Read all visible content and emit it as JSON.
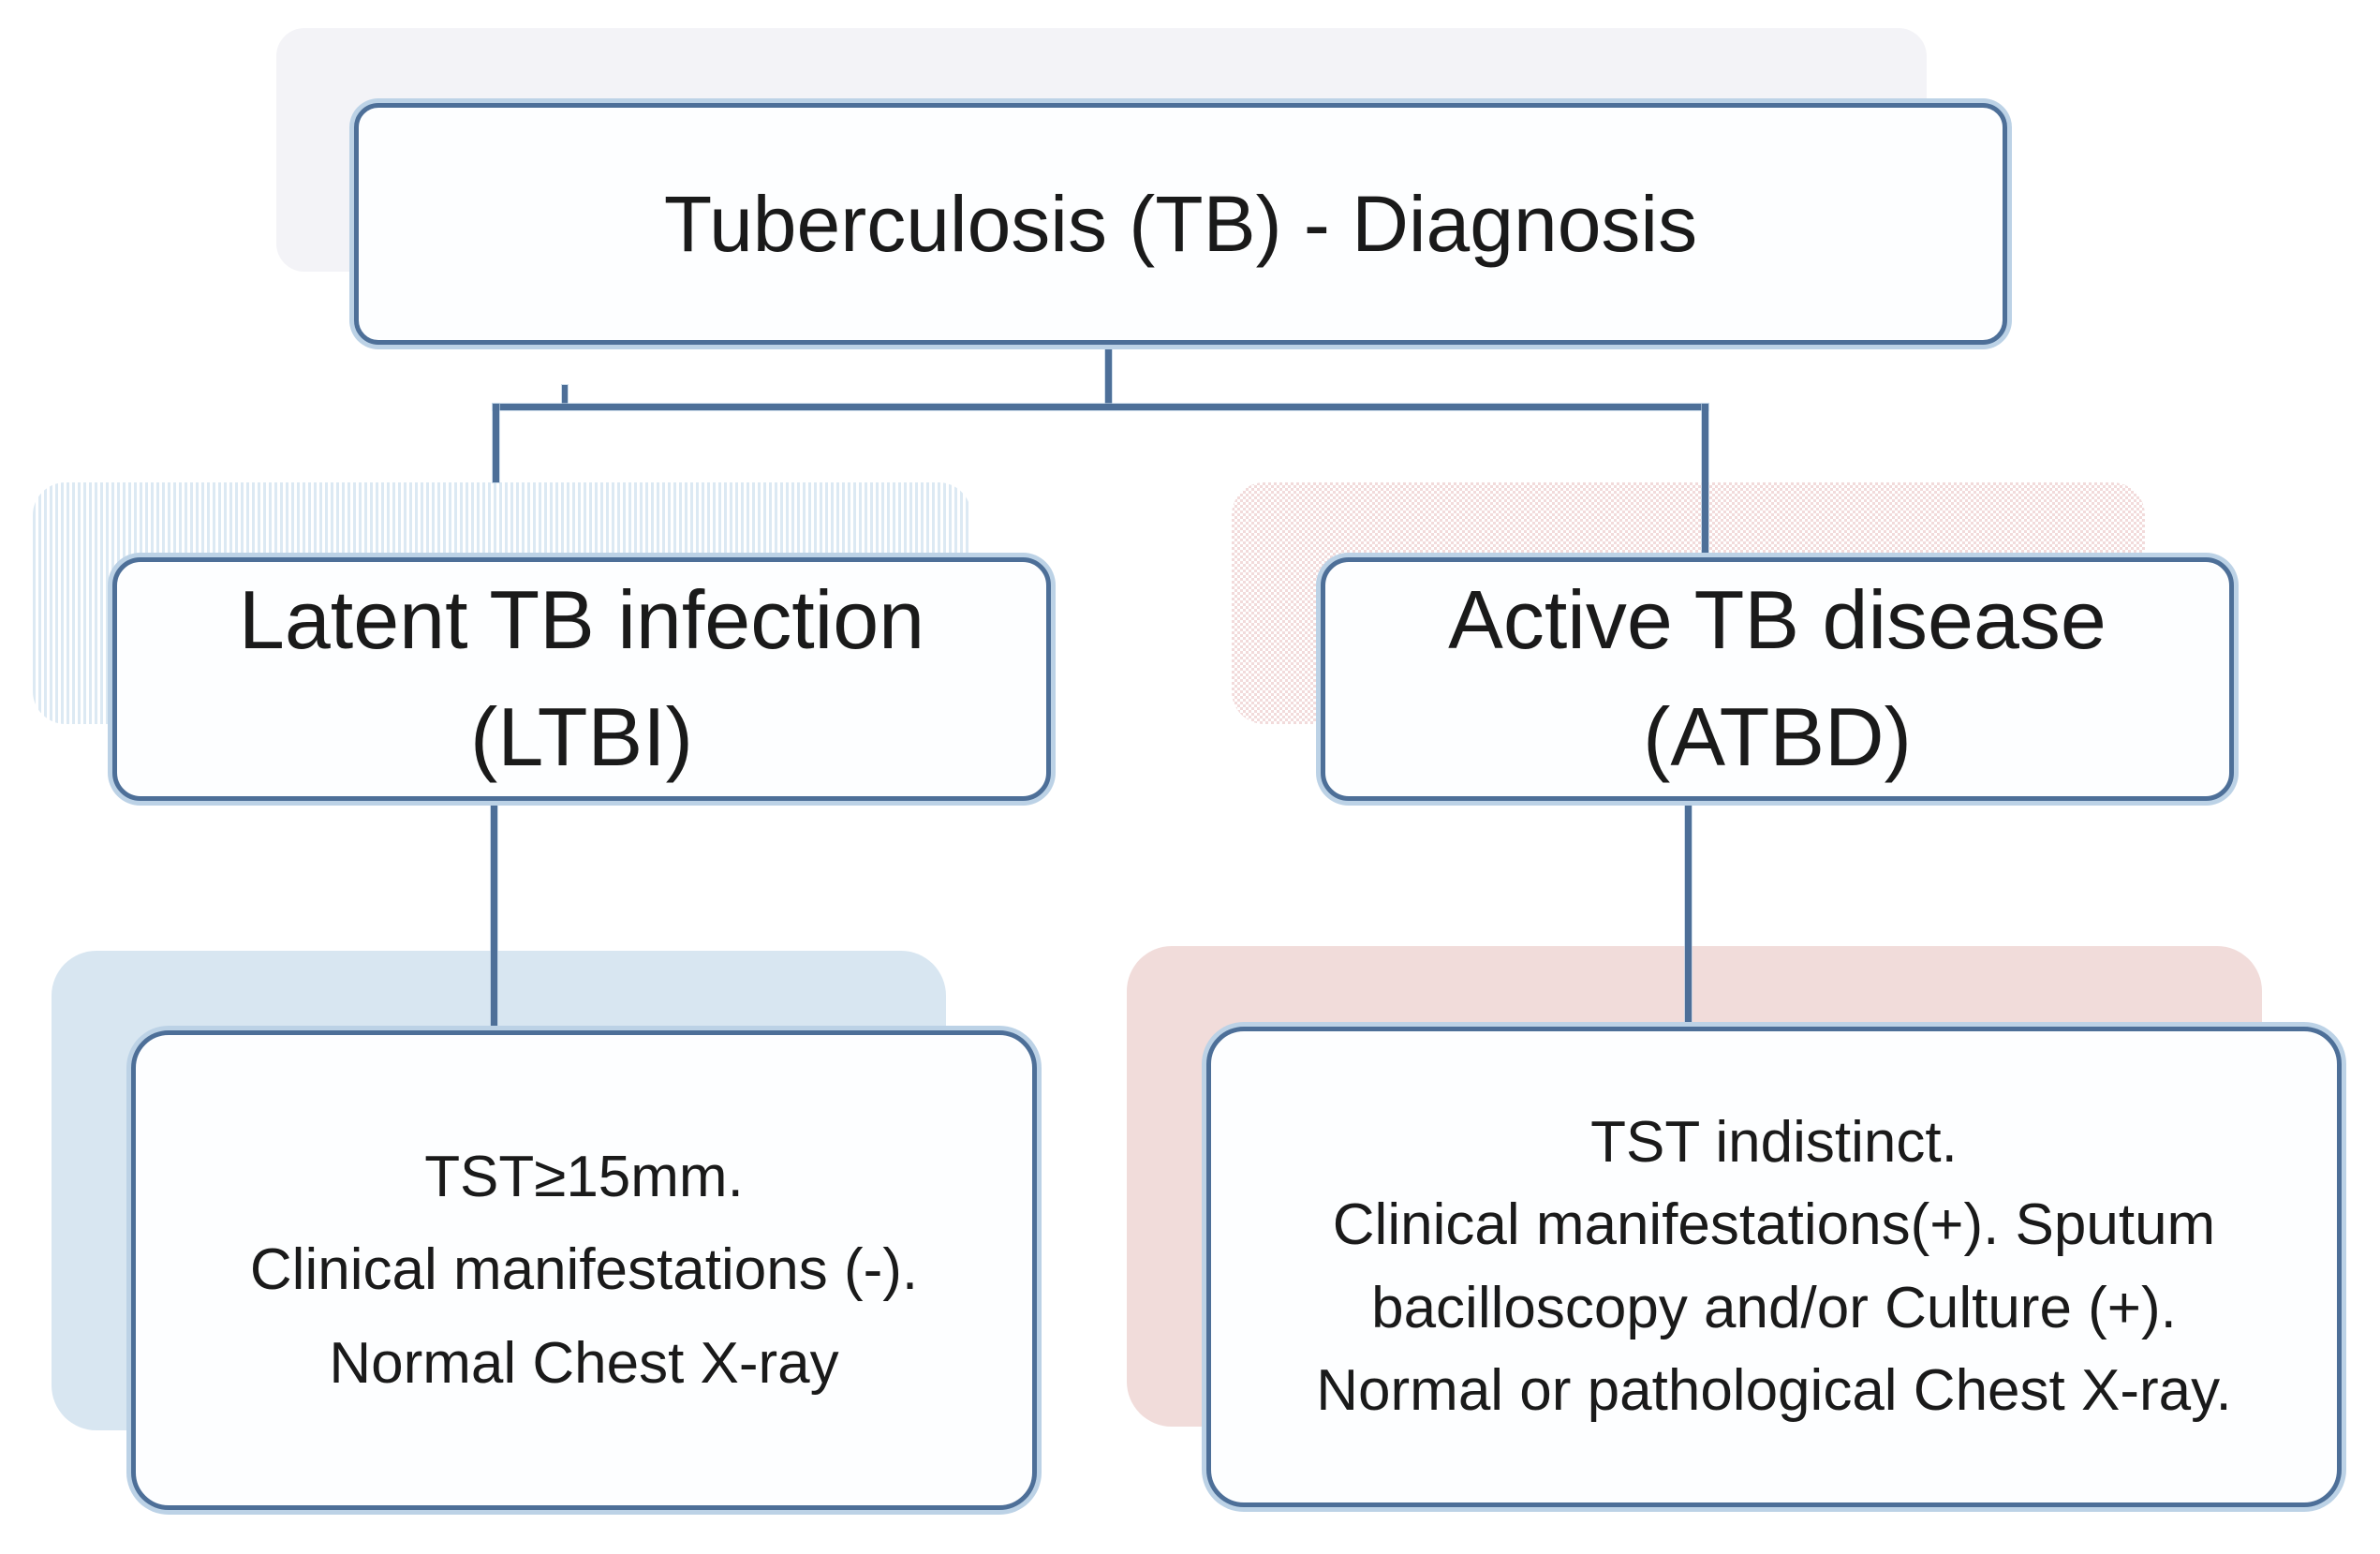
{
  "diagram": {
    "type": "flowchart",
    "title": "Tuberculosis (TB) - Diagnosis",
    "nodes": {
      "root": {
        "label": "Tuberculosis (TB) - Diagnosis"
      },
      "ltbi": {
        "lines": [
          "Latent TB infection",
          "(LTBI)"
        ]
      },
      "atbd": {
        "lines": [
          "Active TB disease",
          "(ATBD)"
        ]
      },
      "ltbi_criteria": {
        "lines": [
          "TST≥15mm.",
          "Clinical manifestations (-).",
          "Normal Chest X-ray"
        ]
      },
      "atbd_criteria": {
        "lines": [
          "TST indistinct.",
          "Clinical manifestations(+). Sputum",
          "bacilloscopy and/or Culture (+).",
          "Normal or pathological Chest X-ray."
        ]
      }
    },
    "edges": [
      {
        "from": "Tuberculosis (TB) - Diagnosis",
        "to": "Latent TB infection (LTBI)"
      },
      {
        "from": "Tuberculosis (TB) - Diagnosis",
        "to": "Active TB disease (ATBD)"
      },
      {
        "from": "Latent TB infection (LTBI)",
        "to": "TST≥15mm. Clinical manifestations (-). Normal Chest X-ray"
      },
      {
        "from": "Active TB disease (ATBD)",
        "to": "TST indistinct. Clinical manifestations(+). Sputum bacilloscopy and/or Culture (+). Normal or pathological Chest X-ray."
      }
    ],
    "colors": {
      "background": "#ffffff",
      "box_fill": "#fdfeff",
      "box_border": "#4d6f98",
      "box_border_halo": "#bcd2e6",
      "connector": "#4d6f98",
      "text": "#1a1a1a",
      "title_shadow": "#f3f3f7",
      "ltbi_stripe_shadow": "#dce9f3",
      "atbd_dot_shadow": "#f2dbdb",
      "ltbi_criteria_shadow": "#d8e6f1",
      "atbd_criteria_shadow": "#f1dcda"
    }
  }
}
